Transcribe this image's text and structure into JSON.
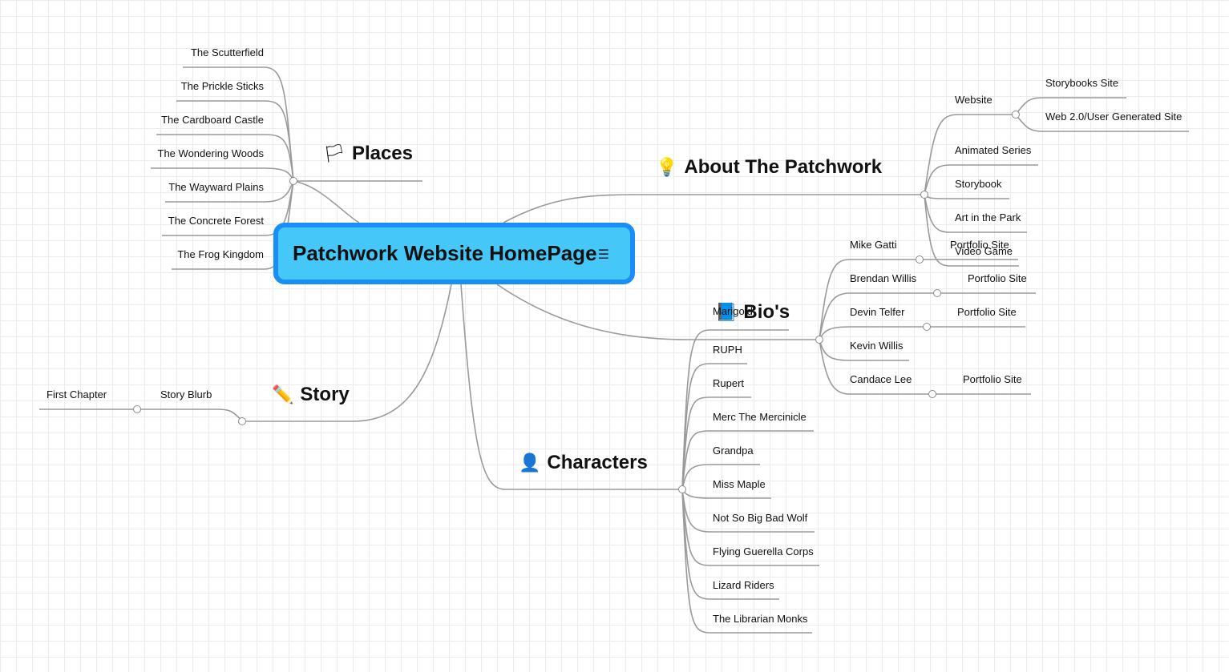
{
  "root": {
    "title": "Patchwork Website HomePage",
    "note_icon": "notes-icon"
  },
  "places": {
    "title": "Places",
    "icon": "flag-icon",
    "items": [
      "The Scutterfield",
      "The Prickle Sticks",
      "The Cardboard Castle",
      "The Wondering Woods",
      "The Wayward Plains",
      "The Concrete Forest",
      "The Frog Kingdom"
    ]
  },
  "about": {
    "title": "About The Patchwork",
    "icon": "lightbulb-icon",
    "website": "Website",
    "website_children": [
      "Storybooks Site",
      "Web 2.0/User Generated Site"
    ],
    "items": [
      "Animated Series",
      "Storybook",
      "Art in the Park",
      "Video Game"
    ]
  },
  "bios": {
    "title": "Bio's",
    "icon": "book-icon",
    "people": [
      "Mike Gatti",
      "Brendan Willis",
      "Devin Telfer",
      "Kevin Willis",
      "Candace Lee"
    ],
    "portfolio": [
      "Portfolio Site",
      "Portfolio Site",
      "Portfolio Site",
      "Portfolio Site"
    ]
  },
  "story": {
    "title": "Story",
    "icon": "pencil-icon",
    "blurb": "Story Blurb",
    "chapter": "First Chapter"
  },
  "characters": {
    "title": "Characters",
    "icon": "person-icon",
    "items": [
      "Marigold",
      "RUPH",
      "Rupert",
      "Merc The Mercinicle",
      "Grandpa",
      "Miss Maple",
      "Not So Big Bad Wolf",
      "Flying Guerella Corps",
      "Lizard Riders",
      "The Librarian Monks"
    ]
  }
}
